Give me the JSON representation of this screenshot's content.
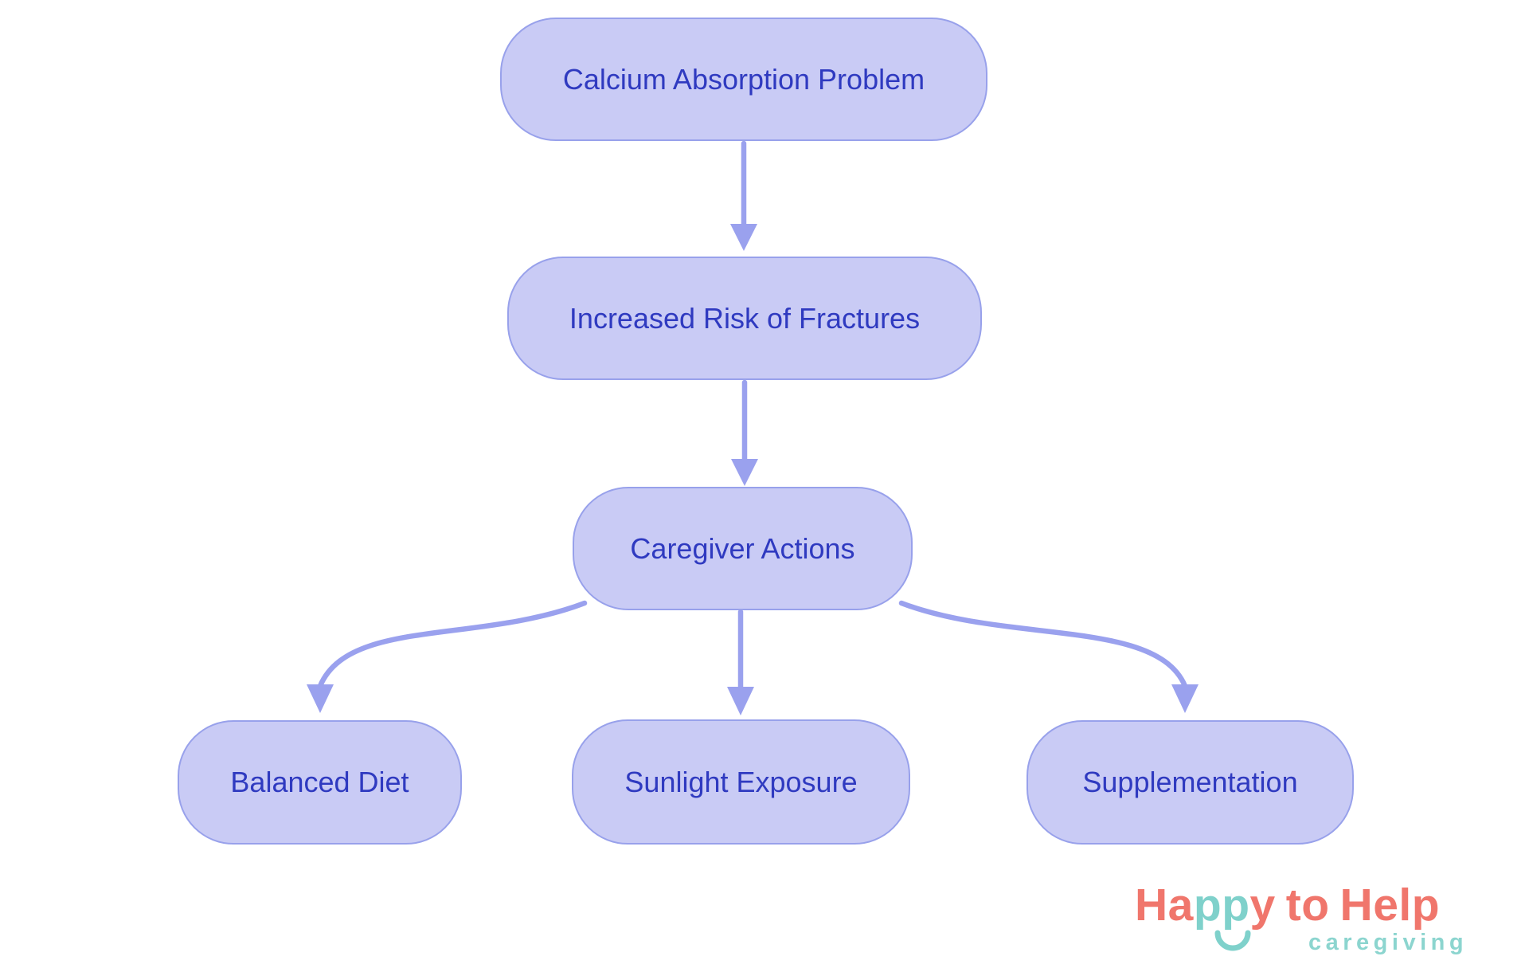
{
  "diagram": {
    "type": "flowchart",
    "direction": "top-down",
    "nodes": [
      {
        "id": "problem",
        "label": "Calcium Absorption Problem"
      },
      {
        "id": "risk",
        "label": "Increased Risk of Fractures"
      },
      {
        "id": "actions",
        "label": "Caregiver Actions"
      },
      {
        "id": "diet",
        "label": "Balanced Diet"
      },
      {
        "id": "sunlight",
        "label": "Sunlight Exposure"
      },
      {
        "id": "supplement",
        "label": "Supplementation"
      }
    ],
    "edges": [
      {
        "from": "problem",
        "to": "risk"
      },
      {
        "from": "risk",
        "to": "actions"
      },
      {
        "from": "actions",
        "to": "diet"
      },
      {
        "from": "actions",
        "to": "sunlight"
      },
      {
        "from": "actions",
        "to": "supplement"
      }
    ],
    "colors": {
      "node_fill": "#C9CBF5",
      "node_border": "#98A1EB",
      "node_text": "#2F3AC0",
      "edge": "#9AA1EE",
      "background": "#FFFFFF"
    }
  },
  "logo": {
    "brand_part_ha": "Ha",
    "brand_part_pp": "pp",
    "brand_part_y": "y",
    "brand_part_to": "to",
    "brand_part_help": "Help",
    "subtitle": "caregiving",
    "icon": "smile-icon",
    "colors": {
      "coral": "#F0766C",
      "teal": "#7FD1CB",
      "subtitle_teal": "#8CD5CF"
    }
  }
}
